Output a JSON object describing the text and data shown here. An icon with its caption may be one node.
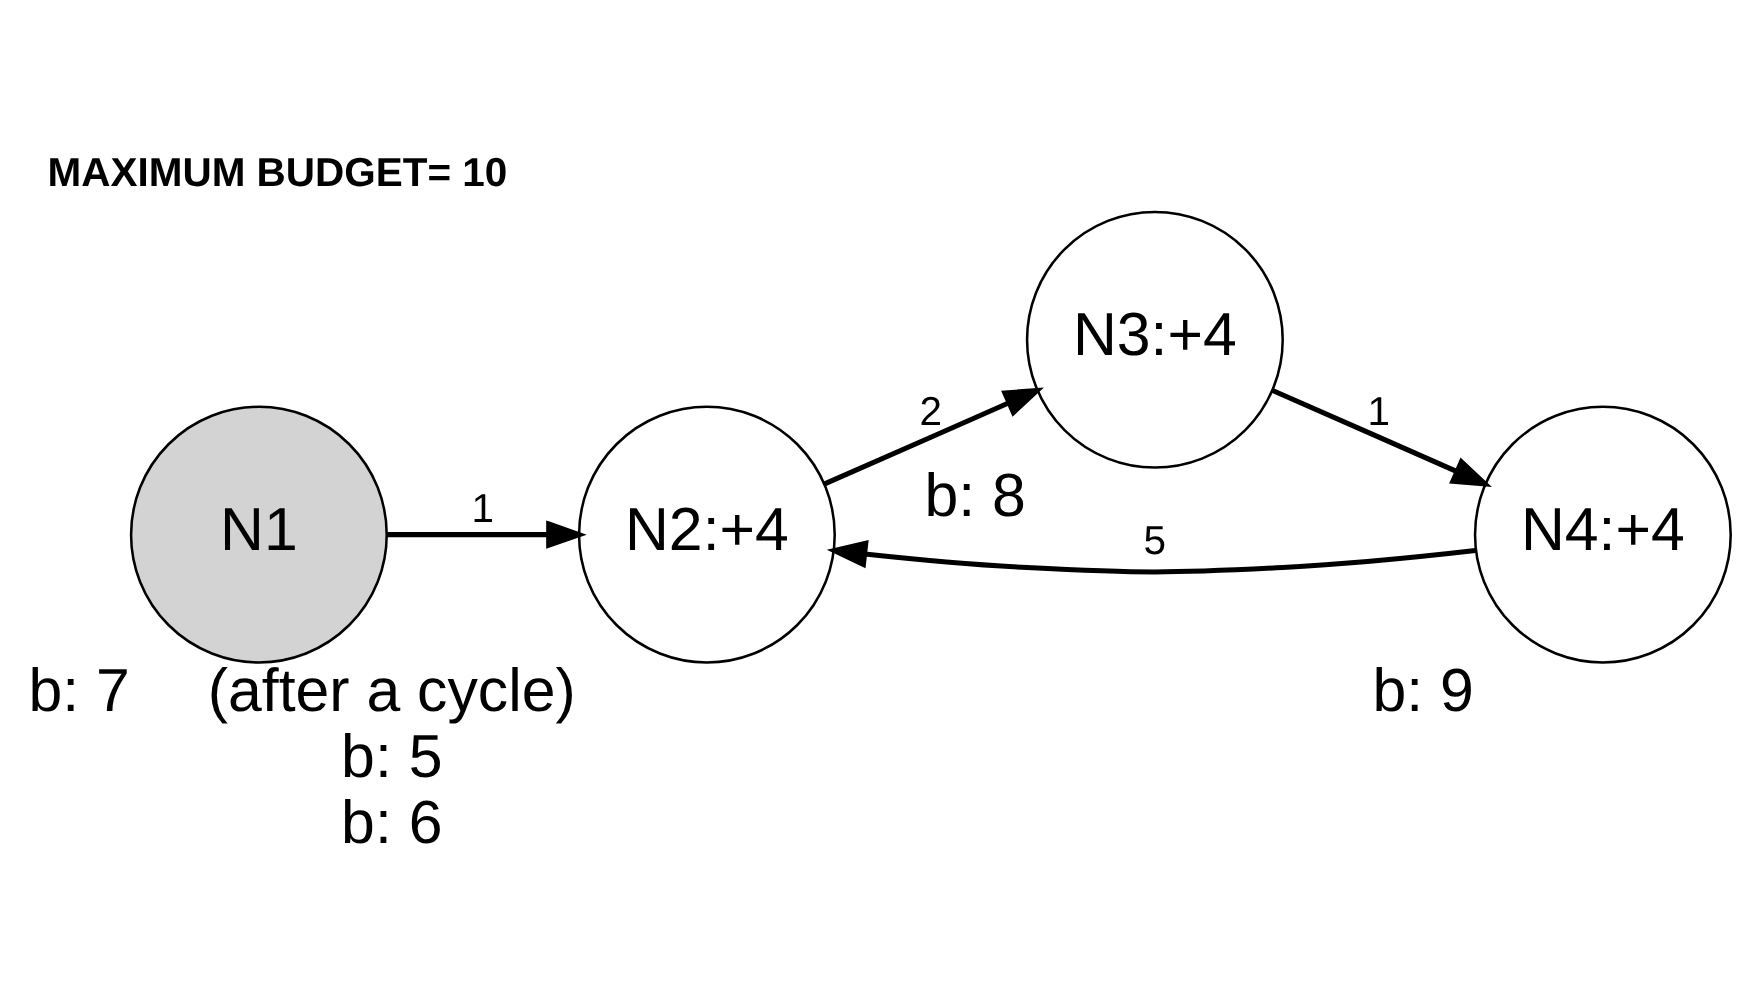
{
  "diagram": {
    "title": "MAXIMUM BUDGET= 10",
    "nodes": [
      {
        "text": [
          "N1"
        ],
        "beside": [
          "b: 7"
        ]
      },
      {
        "text": [
          "N2:+4"
        ],
        "beside": [
          "(after a cycle)",
          "b: 5",
          "b: 6"
        ]
      },
      {
        "text": [
          "N3:+4"
        ],
        "beside": [
          "b: 8"
        ]
      },
      {
        "text": [
          "N4:+4"
        ],
        "beside": [
          "b: 9"
        ]
      }
    ],
    "edges": [
      {
        "from": 0,
        "to": 1,
        "arrow": "to",
        "label": "1"
      },
      {
        "from": 1,
        "to": 2,
        "arrow": "to",
        "label": "2"
      },
      {
        "from": 2,
        "to": 3,
        "arrow": "to",
        "label": "1"
      },
      {
        "from": 3,
        "to": 1,
        "arrow": "to",
        "label": "5"
      }
    ]
  }
}
